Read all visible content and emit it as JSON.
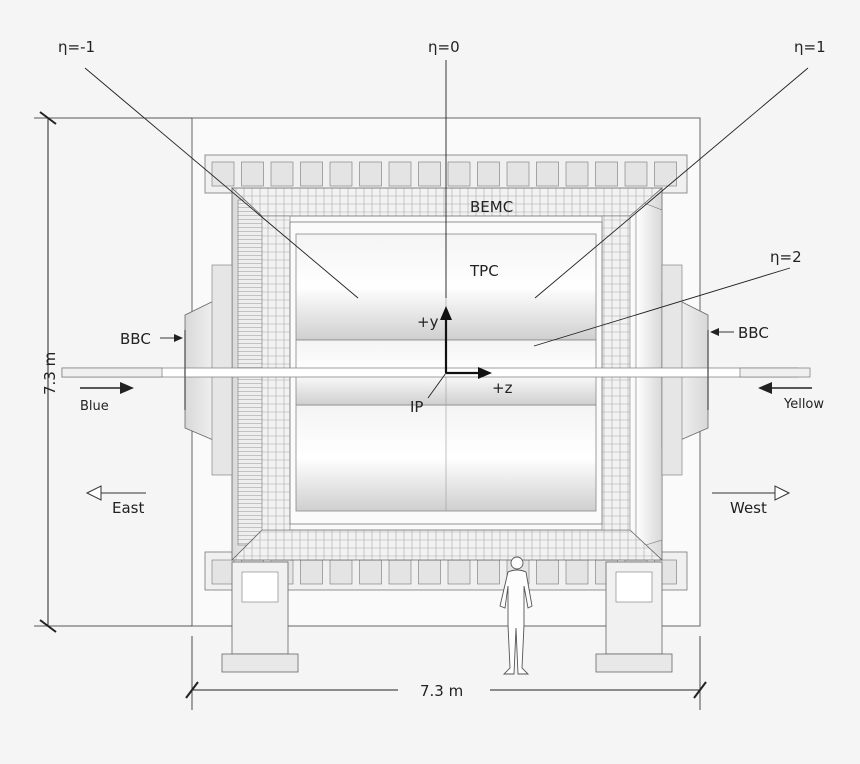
{
  "labels": {
    "eta_minus1": "η=-1",
    "eta_0": "η=0",
    "eta_1": "η=1",
    "eta_2": "η=2",
    "bemc": "BEMC",
    "tpc": "TPC",
    "axis_y": "+y",
    "axis_z": "+z",
    "ip": "IP",
    "bbc_left": "BBC",
    "bbc_right": "BBC",
    "blue": "Blue",
    "yellow": "Yellow",
    "east": "East",
    "west": "West",
    "height_dim": "7.3 m",
    "width_dim": "7.3 m"
  }
}
